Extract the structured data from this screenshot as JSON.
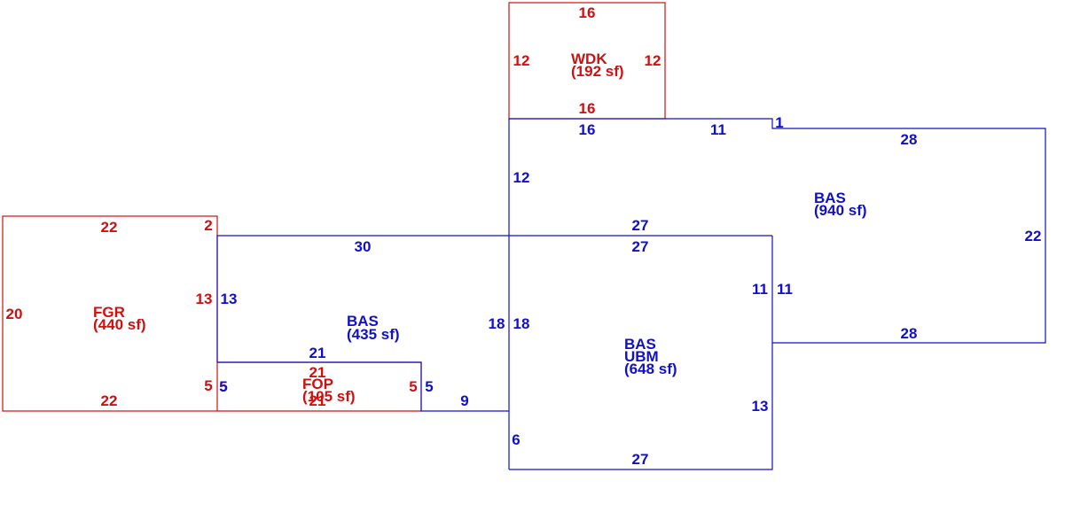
{
  "colors": {
    "addition": "#d01010",
    "main": "#1010cc",
    "background": "#ffffff"
  },
  "wdk": {
    "code": "WDK",
    "area": "(192 sf)",
    "dims": {
      "top": "16",
      "left": "12",
      "right": "12",
      "bottom": "16"
    }
  },
  "fgr": {
    "code": "FGR",
    "area": "(440 sf)",
    "dims": {
      "top": "22",
      "corner": "2",
      "left": "20",
      "right": "13",
      "bottom": "22",
      "bottom_right": "5"
    }
  },
  "fop": {
    "code": "FOP",
    "area": "(105 sf)",
    "dims": {
      "top": "21",
      "left": "5",
      "right": "5",
      "bottom": "21"
    }
  },
  "bas_left": {
    "code": "BAS",
    "area": "(435 sf)",
    "dims": {
      "top": "30",
      "left": "13",
      "right": "18",
      "fop_top": "21",
      "fop_left": "5",
      "fop_right": "5",
      "bottom": "9"
    }
  },
  "bas_ubm": {
    "code": "BAS",
    "code2": "UBM",
    "area": "(648 sf)",
    "dims": {
      "top": "27",
      "left": "18",
      "right_upper": "11",
      "right_lower": "13",
      "left_lower": "6",
      "bottom": "27"
    }
  },
  "bas_main": {
    "code": "BAS",
    "area": "(940 sf)",
    "dims": {
      "top_left": "16",
      "top_mid": "11",
      "jog": "1",
      "top_right": "28",
      "left": "12",
      "bottom_mid": "27",
      "inner": "11",
      "right": "22",
      "bottom": "28"
    }
  }
}
